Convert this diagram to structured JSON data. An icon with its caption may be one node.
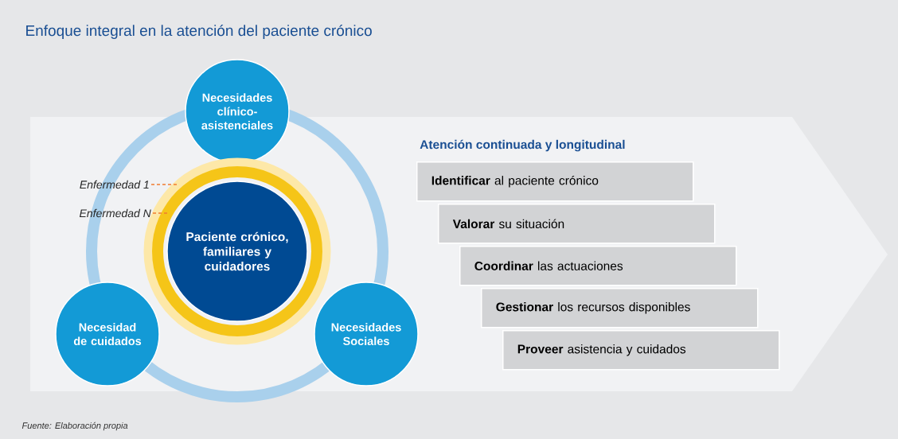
{
  "diagram": {
    "title": "Enfoque integral en la atención del paciente crónico",
    "caption": "Fuente: Elaboración propia",
    "nodes": [
      {
        "text": [
          "Atención continuada y longitudinal"
        ]
      },
      {
        "text": [
          "**Identificar** al paciente crónico"
        ],
        "in": 0
      },
      {
        "text": [
          "**Valorar** su situación"
        ],
        "in": 0
      },
      {
        "text": [
          "**Coordinar** las actuaciones"
        ],
        "in": 0
      },
      {
        "text": [
          "**Gestionar** los recursos disponibles"
        ],
        "in": 0
      },
      {
        "text": [
          "**Proveer** asistencia y cuidados"
        ],
        "in": 0
      },
      {
        "text": [
          "Necesidades clínico-asistenciales"
        ]
      },
      {
        "text": [
          "Paciente crónico, familiares y cuidadores"
        ],
        "in": 13
      },
      {
        "text": [
          "Necesidad de cuidados"
        ],
        "in": 0
      },
      {
        "text": [
          "Necesidades Sociales"
        ],
        "in": 0
      },
      {
        "text": [
          "Enfermedad 1"
        ],
        "in": 0
      },
      {
        "text": [
          "Enfermedad N"
        ],
        "in": 0
      },
      {
        "text": [],
        "shape": "circle",
        "in": 0
      },
      {
        "text": [],
        "shape": "circle",
        "in": 12
      }
    ],
    "edges": [
      {
        "from": 10,
        "to": 12,
        "arrow": "none",
        "style": "dashed",
        "color": "#f07c30"
      },
      {
        "from": 11,
        "to": 13,
        "arrow": "none",
        "style": "dashed",
        "color": "#f07c30"
      }
    ]
  }
}
